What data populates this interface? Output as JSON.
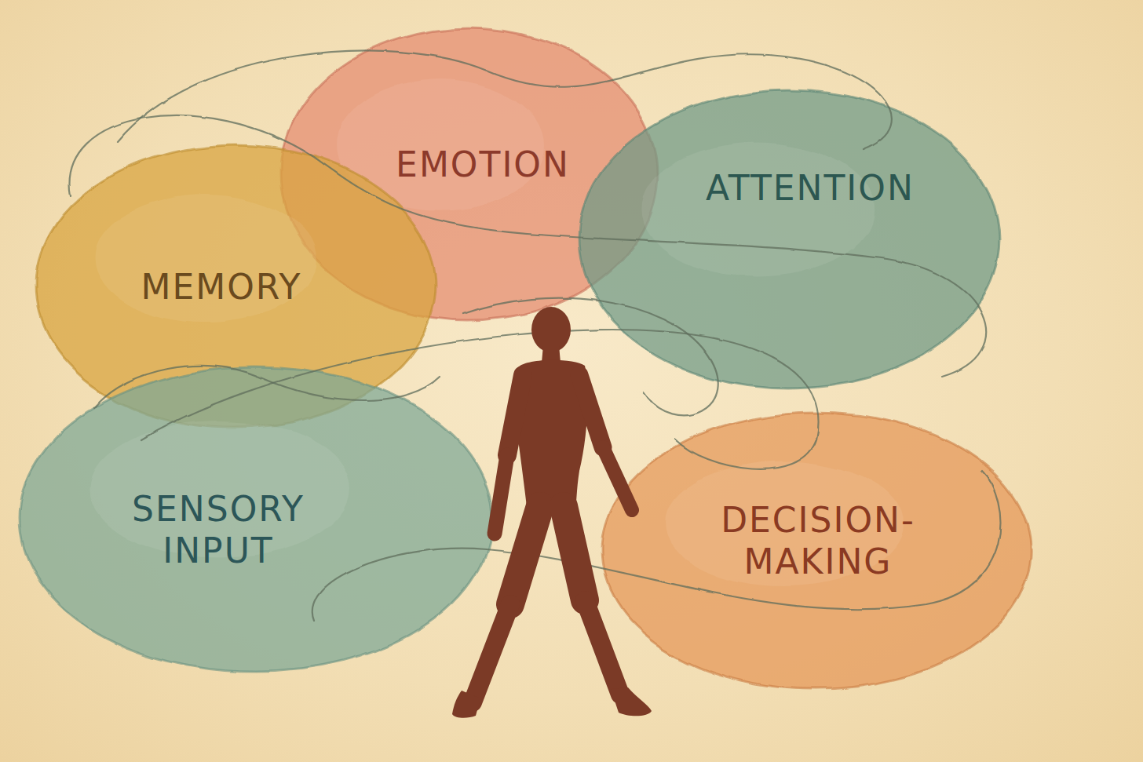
{
  "diagram": {
    "nodes": [
      {
        "text": [
          "EMOTION"
        ]
      },
      {
        "text": [
          "ATTENTION"
        ]
      },
      {
        "text": [
          "MEMORY"
        ]
      },
      {
        "text": [
          "SENSORY INPUT"
        ]
      },
      {
        "text": [
          "DECISION- MAKING"
        ]
      }
    ]
  }
}
